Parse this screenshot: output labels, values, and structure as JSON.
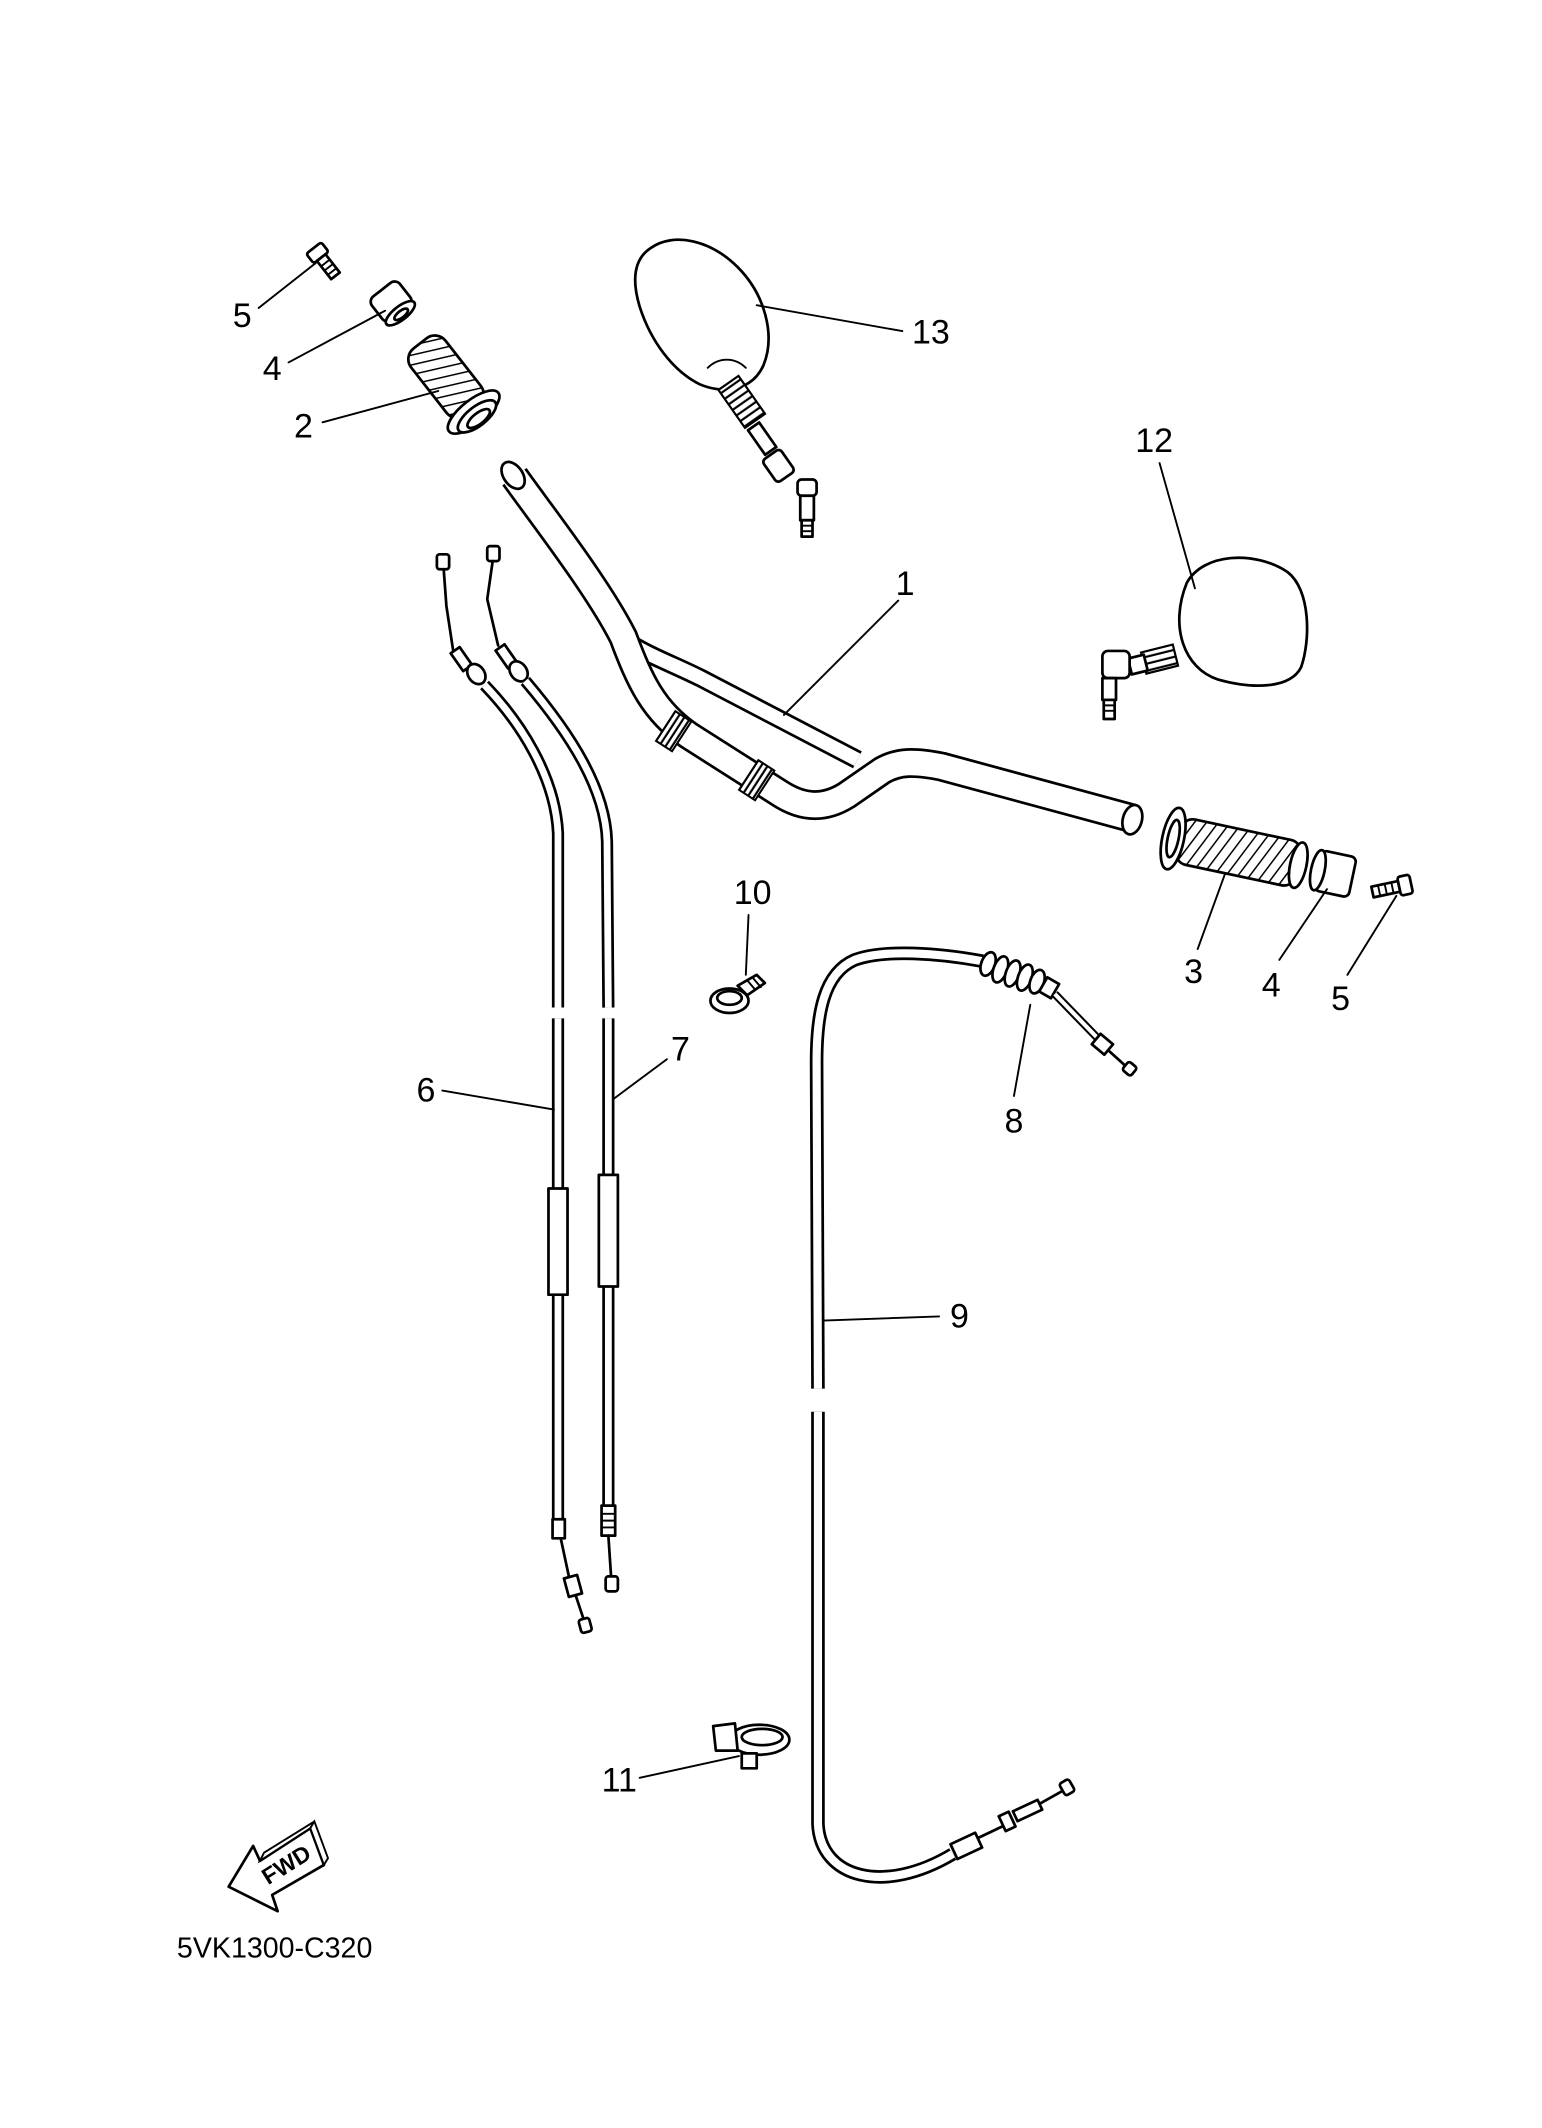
{
  "diagram": {
    "callouts": [
      "5",
      "4",
      "2",
      "13",
      "12",
      "1",
      "3",
      "4",
      "5",
      "10",
      "8",
      "9",
      "6",
      "7",
      "11"
    ],
    "fwd_label": "FWD",
    "drawing_number": "5VK1300-C320"
  },
  "colors": {
    "line": "#000000",
    "background": "#ffffff"
  }
}
